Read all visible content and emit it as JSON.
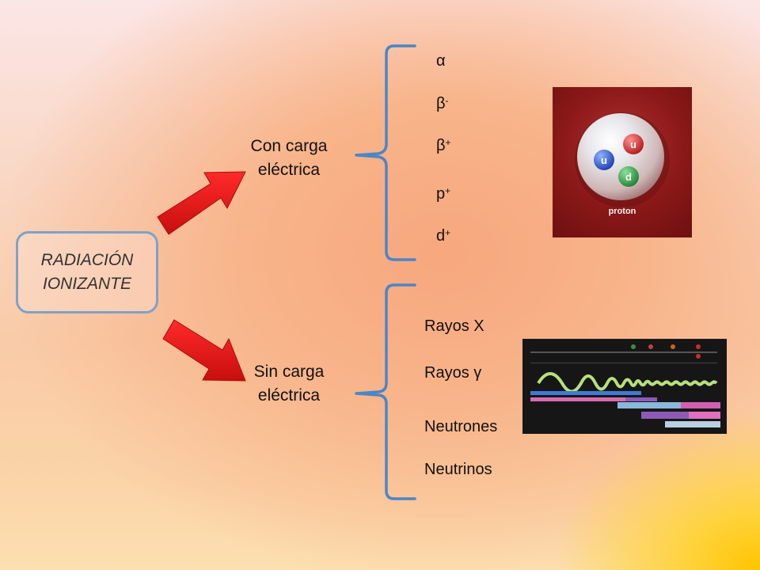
{
  "root": {
    "line1": "RADIACIÓN",
    "line2": "IONIZANTE"
  },
  "charged": {
    "line1": "Con carga",
    "line2": "eléctrica",
    "items": [
      {
        "base": "α",
        "sup": ""
      },
      {
        "base": "β",
        "sup": "-"
      },
      {
        "base": "β",
        "sup": "+"
      },
      {
        "base": "p",
        "sup": "+"
      },
      {
        "base": "d",
        "sup": "+"
      }
    ]
  },
  "uncharged": {
    "line1": "Sin carga",
    "line2": "eléctrica",
    "items": [
      "Rayos X",
      "Rayos γ",
      "Neutrones",
      "Neutrinos"
    ]
  },
  "proton_image": {
    "caption": "proton",
    "quarks": [
      "u",
      "u",
      "d"
    ]
  },
  "colors": {
    "arrow": "#e41616",
    "bracket": "#4a86c8",
    "box_border": "#7fa2c6"
  }
}
